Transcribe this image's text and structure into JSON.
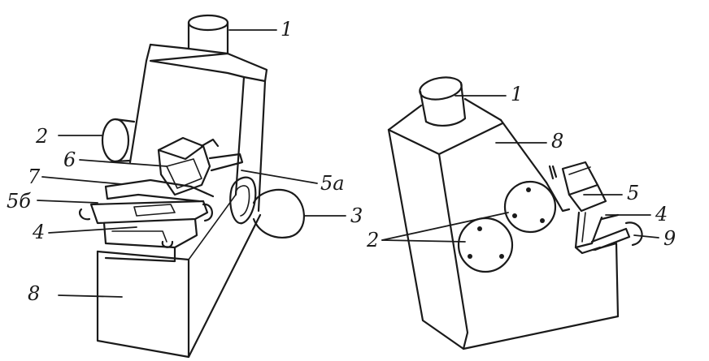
{
  "figure": {
    "left_device": {
      "labels": {
        "l1": "1",
        "l2": "2",
        "l6": "6",
        "l7": "7",
        "l5b": "5б",
        "l4": "4",
        "l8": "8",
        "l5a": "5a",
        "l3": "3"
      }
    },
    "right_device": {
      "labels": {
        "r1": "1",
        "r8": "8",
        "r5": "5",
        "r4": "4",
        "r2": "2",
        "r9": "9"
      }
    }
  }
}
